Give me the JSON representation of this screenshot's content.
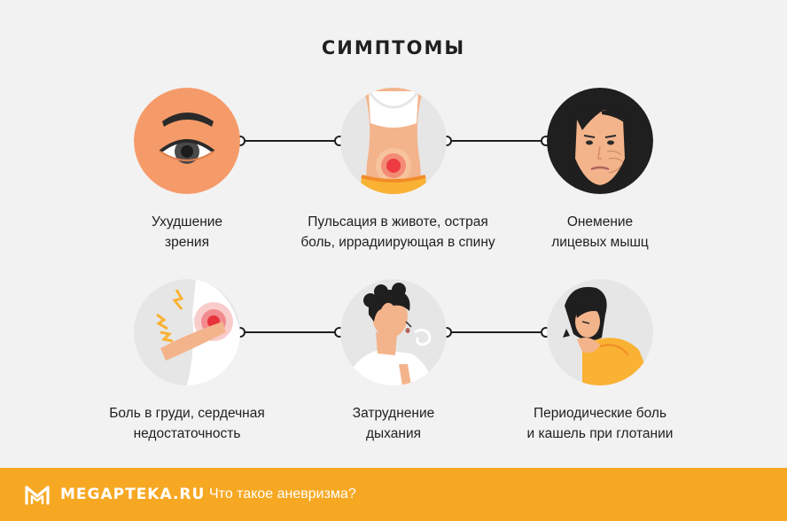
{
  "title": "СИМПТОМЫ",
  "symptoms": [
    {
      "label_line1": "Ухудшение",
      "label_line2": "зрения",
      "icon": "eye-icon"
    },
    {
      "label_line1": "Пульсация в животе, острая",
      "label_line2": "боль, иррадиирующая в спину",
      "icon": "abdomen-pain-icon"
    },
    {
      "label_line1": "Онемение",
      "label_line2": "лицевых мышц",
      "icon": "numb-face-icon"
    },
    {
      "label_line1": "Боль в груди, сердечная",
      "label_line2": "недостаточность",
      "icon": "chest-pain-icon"
    },
    {
      "label_line1": "Затруднение",
      "label_line2": "дыхания",
      "icon": "breathing-icon"
    },
    {
      "label_line1": "Периодические боль",
      "label_line2": "и кашель при глотании",
      "icon": "cough-icon"
    }
  ],
  "footer": {
    "brand": "MEGAPTEKA.RU",
    "link": "Что такое аневризма?"
  },
  "colors": {
    "background": "#f2f2f2",
    "footer": "#f7a823",
    "circle": "#e6e6e6",
    "accent": "#f59b6a",
    "text": "#1f1f1f"
  }
}
